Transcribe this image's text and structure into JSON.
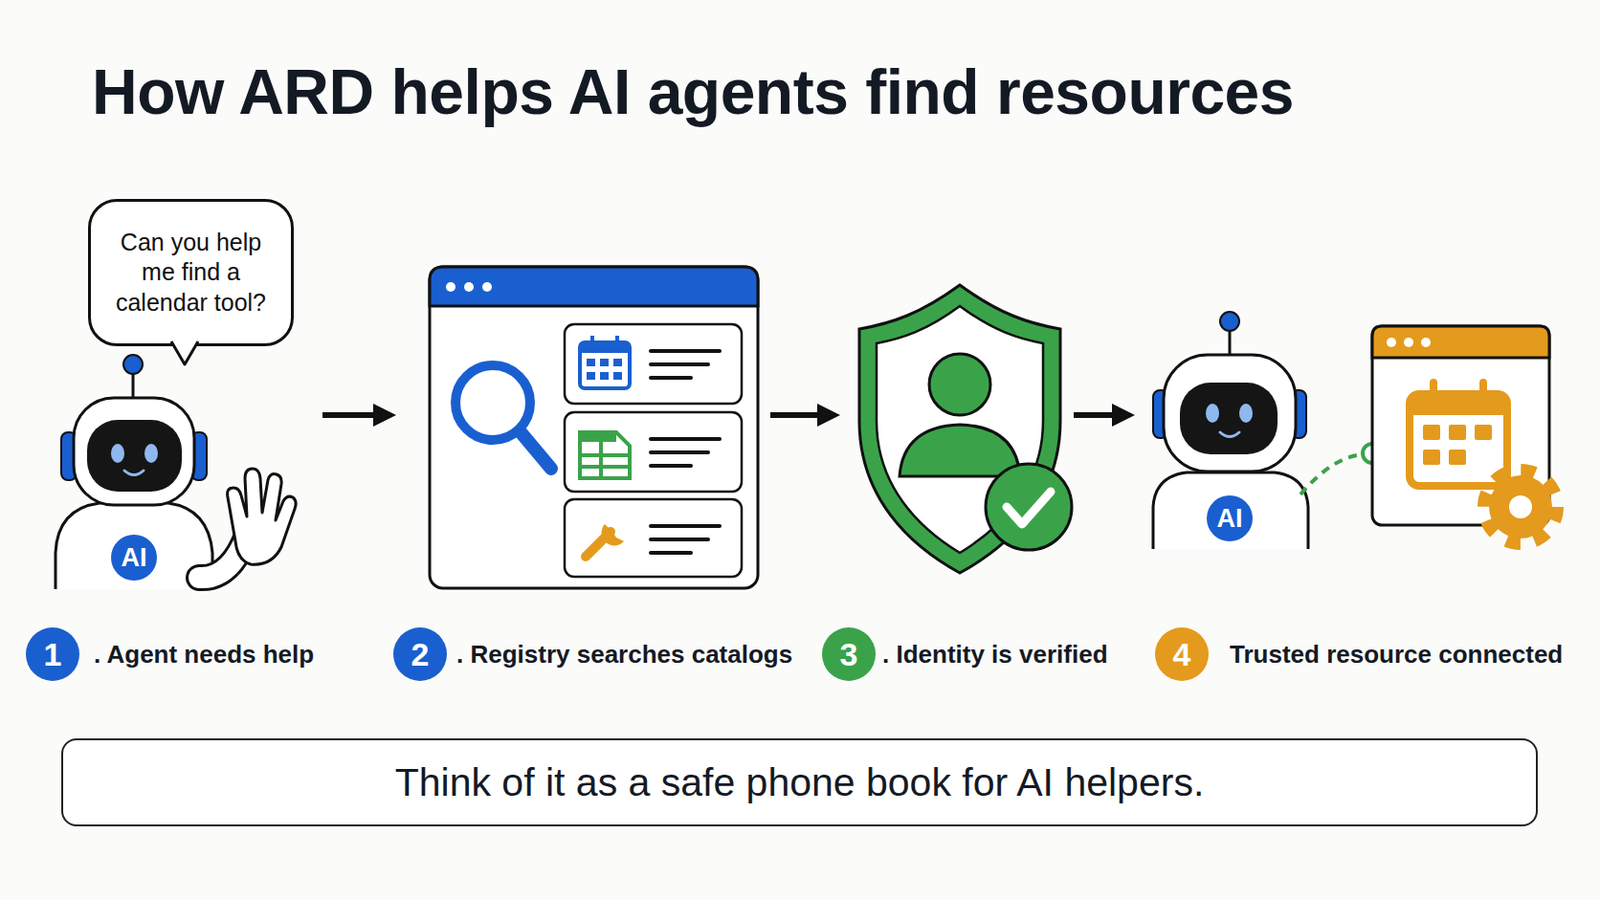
{
  "diagram": {
    "title": "How ARD helps AI agents find resources",
    "nodes": [
      {
        "text": [
          "Can you help me find a calendar tool?"
        ]
      },
      {
        "text": [
          "AI"
        ]
      },
      {
        "text": [
          "AI"
        ]
      },
      {
        "text": [
          "1"
        ]
      },
      {
        "text": [
          "2"
        ]
      },
      {
        "text": [
          "3"
        ]
      },
      {
        "text": [
          "4"
        ]
      },
      {
        "text": [
          "Think of it as a safe phone book for AI helpers."
        ]
      }
    ],
    "labels": [
      ". Agent needs help",
      ". Registry searches catalogs",
      ". Identity is verified",
      "Trusted resource connected"
    ]
  }
}
